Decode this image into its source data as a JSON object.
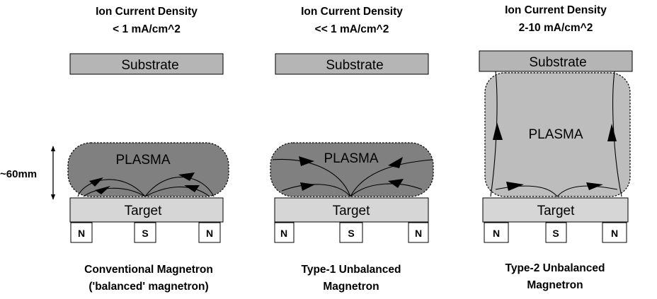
{
  "dimension_label": "~60mm",
  "panels": [
    {
      "header_line1": "Ion Current Density",
      "header_line2": "< 1 mA/cm^2",
      "substrate": "Substrate",
      "plasma": "PLASMA",
      "target": "Target",
      "magnets": [
        "N",
        "S",
        "N"
      ],
      "caption_line1": "Conventional Magnetron",
      "caption_line2": "('balanced' magnetron)"
    },
    {
      "header_line1": "Ion Current Density",
      "header_line2": "<< 1 mA/cm^2",
      "substrate": "Substrate",
      "plasma": "PLASMA",
      "target": "Target",
      "magnets": [
        "N",
        "S",
        "N"
      ],
      "caption_line1": "Type-1 Unbalanced",
      "caption_line2": "Magnetron"
    },
    {
      "header_line1": "Ion Current Density",
      "header_line2": "2-10 mA/cm^2",
      "substrate": "Substrate",
      "plasma": "PLASMA",
      "target": "Target",
      "magnets": [
        "N",
        "S",
        "N"
      ],
      "caption_line1": "Type-2 Unbalanced",
      "caption_line2": "Magnetron"
    }
  ],
  "colors": {
    "plasma_fill": "#808080",
    "plasma_fill_light": "#bdbdbd",
    "substrate_fill": "#b5b5b5",
    "target_fill": "#d6d6d6",
    "magnet_fill": "#ffffff",
    "line": "#000000"
  }
}
